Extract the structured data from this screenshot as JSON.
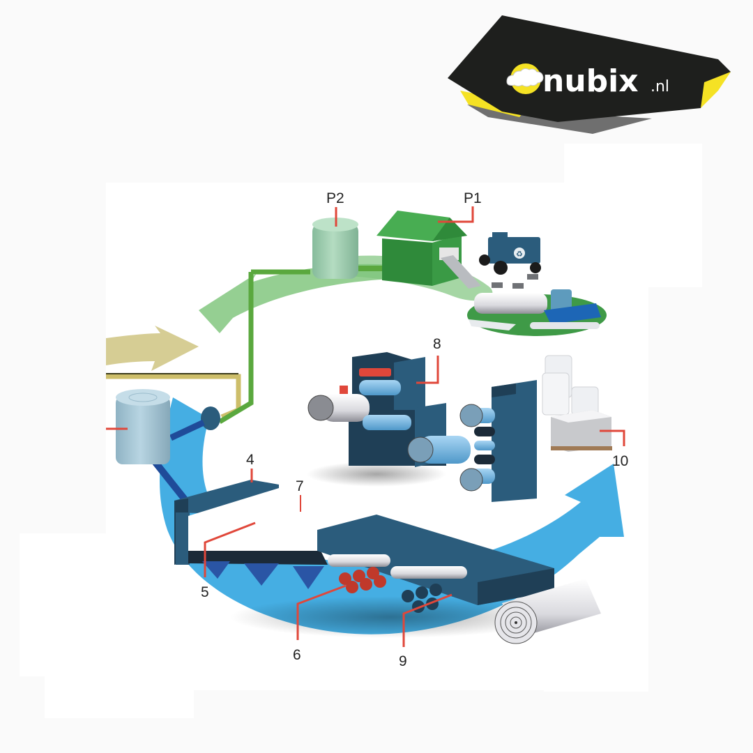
{
  "logo": {
    "brand": "nubix",
    "tld": ".nl",
    "colors": {
      "badge": "#1e1f1d",
      "accent": "#f5e224",
      "shadow": "#6f6f6f",
      "text": "#ffffff"
    },
    "icon": "cloud-in-yellow-circle-icon"
  },
  "diagram": {
    "title": "",
    "colors": {
      "background": "#fafafa",
      "canvas": "#ffffff",
      "blue_arrow": "#45aee3",
      "green_arrow": "#8fcc8c",
      "tan_arrow": "#d6cd94",
      "machine": "#2b5c7c",
      "machine_dark": "#1f3f56",
      "callout_line": "#e0473a",
      "green_building": "#3e9a47",
      "tank_p2": "#9fcfb0",
      "tank_left": "#a7c8d6"
    },
    "labels": [
      {
        "id": "P2",
        "text": "P2",
        "description": "storage tank"
      },
      {
        "id": "P1",
        "text": "P1",
        "description": "collection building"
      },
      {
        "id": "4",
        "text": "4",
        "description": "headbox"
      },
      {
        "id": "5",
        "text": "5",
        "description": "wire section"
      },
      {
        "id": "6",
        "text": "6",
        "description": "paper web"
      },
      {
        "id": "7",
        "text": "7",
        "description": "heated press/dryer rolls"
      },
      {
        "id": "8",
        "text": "8",
        "description": "dryer section"
      },
      {
        "id": "9",
        "text": "9",
        "description": "coating machine"
      },
      {
        "id": "10",
        "text": "10",
        "description": "finished paper stack"
      }
    ],
    "flows": [
      {
        "name": "green-return-arrow",
        "direction": "counter-clockwise"
      },
      {
        "name": "tan-input-arrow",
        "direction": "right"
      },
      {
        "name": "blue-production-arrow",
        "direction": "clockwise"
      }
    ]
  }
}
